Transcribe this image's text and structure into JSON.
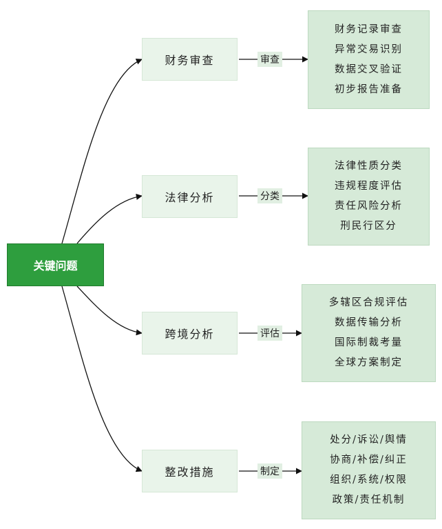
{
  "root": {
    "label": "关键问题"
  },
  "branches": [
    {
      "label": "财务审查",
      "edge": "审查",
      "details": [
        "财务记录审查",
        "异常交易识别",
        "数据交叉验证",
        "初步报告准备"
      ]
    },
    {
      "label": "法律分析",
      "edge": "分类",
      "details": [
        "法律性质分类",
        "违规程度评估",
        "责任风险分析",
        "刑民行区分"
      ]
    },
    {
      "label": "跨境分析",
      "edge": "评估",
      "details": [
        "多辖区合规评估",
        "数据传输分析",
        "国际制裁考量",
        "全球方案制定"
      ]
    },
    {
      "label": "整改措施",
      "edge": "制定",
      "details": [
        "处分/诉讼/舆情",
        "协商/补偿/纠正",
        "组织/系统/权限",
        "政策/责任机制"
      ]
    }
  ],
  "colors": {
    "root_fill": "#2e9e3e",
    "node_fill": "#e9f4ea",
    "detail_fill": "#d6ead8",
    "line": "#111111"
  }
}
